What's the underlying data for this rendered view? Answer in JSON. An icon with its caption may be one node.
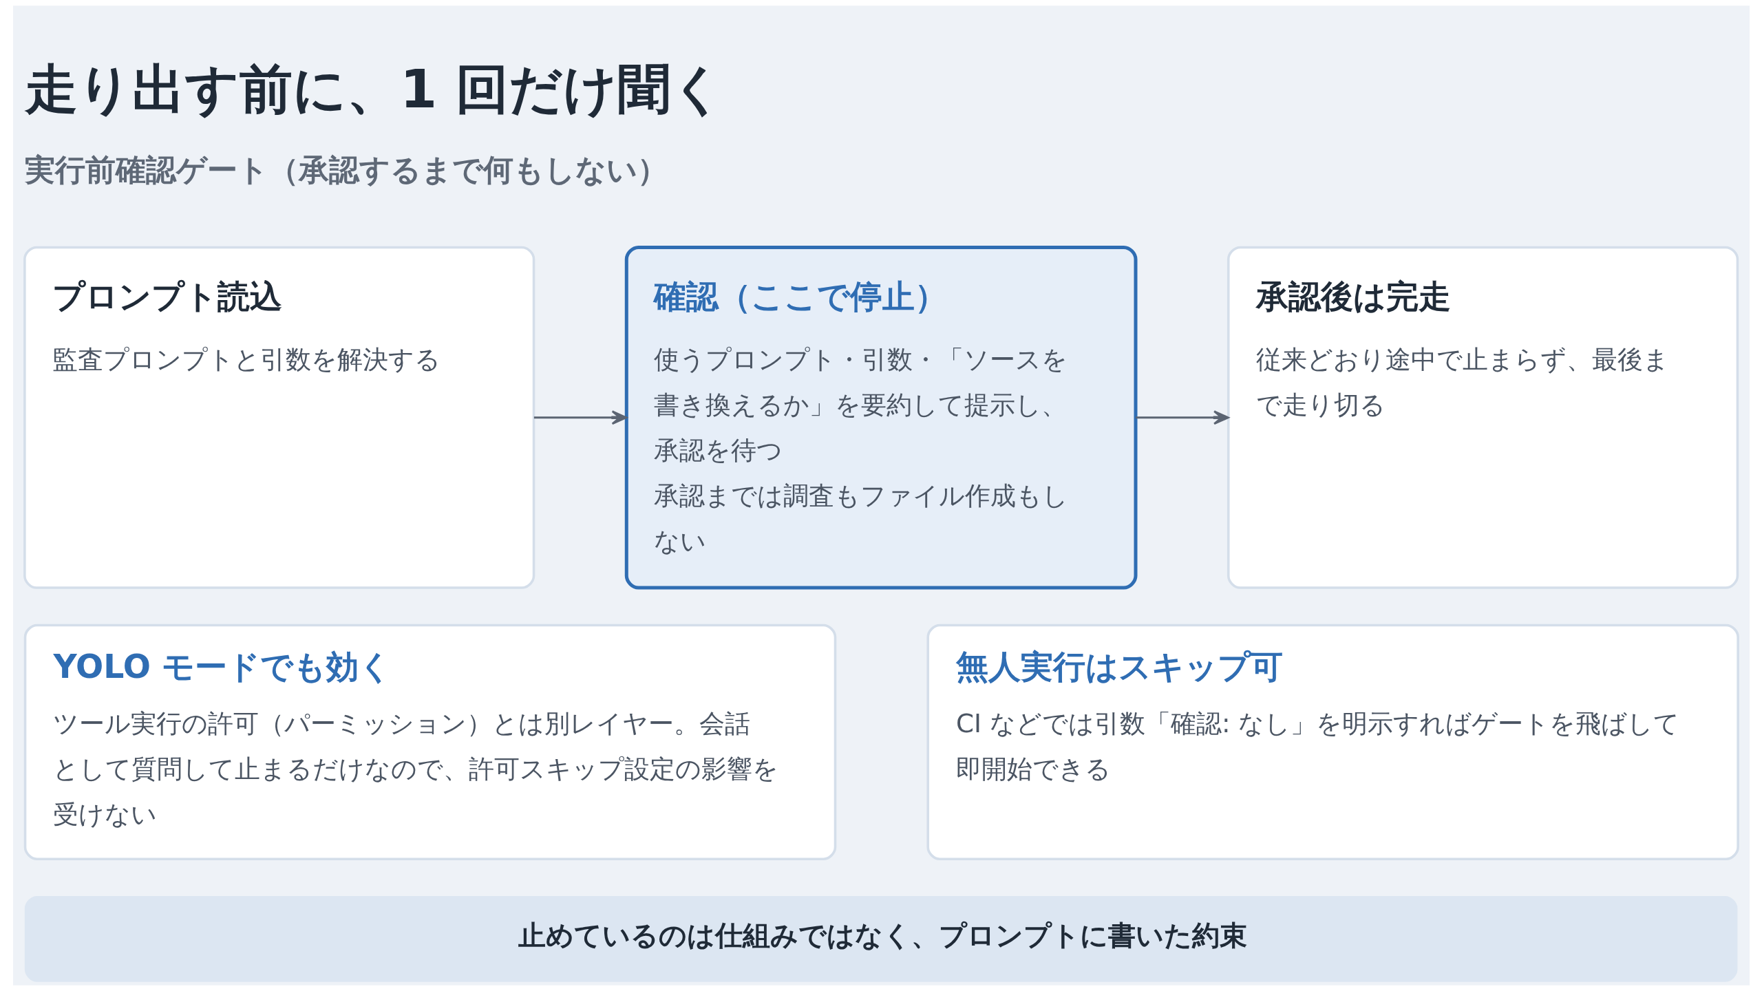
{
  "diagram": {
    "title": "走り出す前に、1 回だけ聞く",
    "nodes": [
      {
        "text": [
          "プロンプト読込",
          "監査プロンプトと引数を解決する"
        ]
      },
      {
        "text": [
          "確認（ここで停止）",
          "使うプロンプト・引数・「ソースを書き換えるか」を要約して提示し、承認を待つ",
          "承認までは調査もファイル作成もしない"
        ]
      },
      {
        "text": [
          "承認後は完走",
          "従来どおり途中で止まらず、最後まで走り切る"
        ]
      },
      {
        "text": [
          "YOLO モードでも効く",
          "ツール実行の許可（パーミッション）とは別レイヤー。会話として質問して止まるだけなので、許可スキップ設定の影響を受けない"
        ]
      },
      {
        "text": [
          "無人実行はスキップ可",
          "CI などでは引数「確認: なし」を明示すればゲートを飛ばして即開始できる"
        ]
      },
      {
        "text": [
          "止めているのは仕組みではなく、プロンプトに書いた約束"
        ]
      }
    ],
    "edges": [
      {
        "from": 0,
        "to": 1,
        "arrow": "to"
      },
      {
        "from": 1,
        "to": 2,
        "arrow": "to"
      }
    ],
    "labels": [
      "実行前確認ゲート（承認するまで何もしない）"
    ]
  }
}
